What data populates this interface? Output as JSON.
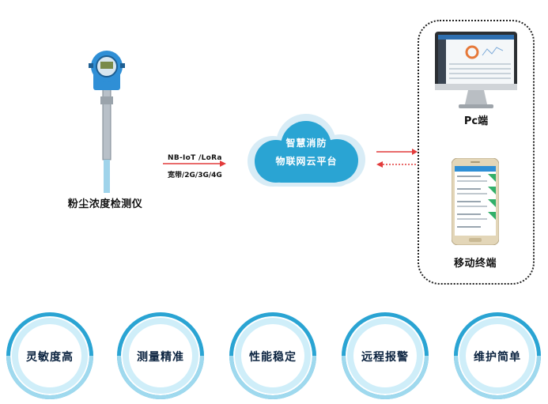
{
  "sensor": {
    "label": "粉尘浓度检测仪"
  },
  "link": {
    "line1": "NB-IoT /LoRa",
    "line2": "宽带/2G/3G/4G"
  },
  "cloud": {
    "line1": "智慧消防",
    "line2": "物联网云平台"
  },
  "terminals": {
    "pc_label": "Pc端",
    "mobile_label": "移动终端"
  },
  "features": [
    "灵敏度高",
    "测量精准",
    "性能稳定",
    "远程报警",
    "维护简单"
  ],
  "colors": {
    "arrow": "#e23b3b",
    "cloud": "#2aa4d3",
    "ring": "#2aa4d3"
  }
}
